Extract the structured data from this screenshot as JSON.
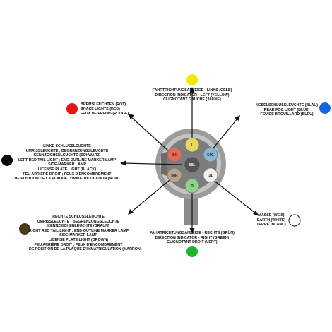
{
  "pins": [
    {
      "id": "L",
      "code": "L",
      "color": "#e8d85a",
      "dot_color": "#f5e800",
      "lines": [
        "FAHRTRICHTUNGSANZEIGE - LINKS (GELB)",
        "DIRECTION INDICATOR - LEFT (YELLOW)",
        "CLIGNOTANT GAUCHE (JAUNE)"
      ]
    },
    {
      "id": "54G",
      "code": "54G",
      "color": "#87b8d6",
      "dot_color": "#1565e0",
      "lines": [
        "NEBELSCHLUSSLEUCHTE (BLAU)",
        "REAR FOG LIGHT (BLUE)",
        "FEU DE BROUILLARD (BLEU)"
      ]
    },
    {
      "id": "31",
      "code": "31",
      "color": "#f2f2f2",
      "dot_color": "#ffffff",
      "lines": [
        "MASSE (WEIß)",
        "EARTH (WHITE)",
        "TERRE (BLANC)"
      ]
    },
    {
      "id": "R",
      "code": "R",
      "color": "#8fd38a",
      "dot_color": "#1fb331",
      "lines": [
        "FAHRTRICHTUNGSANZEIGE - RECHTS (GRÜN)",
        "DIRECTION INDICATOR - RIGHT (GREEN)",
        "CLIGNOTANT DROIT (VERT)"
      ]
    },
    {
      "id": "58R",
      "code": "58R",
      "color": "#b5a48c",
      "dot_color": "#4a3b1c",
      "lines": [
        "RECHTE SCHLUSSLEUCHTE",
        "UMRISSLEUCHTE ; BEGRENZUNGSLEUCHTE",
        "KENNZEICHENLEUCHTE (BRAUN)",
        "RIGHT RED TAIL LIGHT ; END-OUTLINE MARKER LAMP",
        "SIDE-MARKER LAMP",
        "LICENSE PLATE LIGHT (BROWN)",
        "FEU ARRIÈRE DROIT ; FEUX D'ENCOMBREMENT",
        "DE POSITION DE LA PLAQUE D'IMMATRICULATION (MARRON)"
      ]
    },
    {
      "id": "58L",
      "code": "58L",
      "color": "#555555",
      "dot_color": "#050505",
      "lines": [
        "LINKE SCHLUSSLEUCHTE",
        "UMRISSLEUCHTE ; BEGRENZUNGSLEUCHTE",
        "KENNZEICHENLEUCHTE (SCHWARZ)",
        "LEFT RED TAIL LIGHT ; END-OUTLINE MARKER LAMP",
        "SIDE-MARKER LAMP",
        "LICENSE PLATE LIGHT (BLACK)",
        "FEU ARRIÈRE DROIT ; FEUX D'ENCOMBREMENT",
        "DE POSITION DE LA PLAQUE D'IMMATRICULATION (NOIR)"
      ]
    },
    {
      "id": "54",
      "code": "54",
      "color": "#e46a5a",
      "dot_color": "#e51515",
      "lines": [
        "BREMSLEUCHTEN (ROT)",
        "BRAKE LIGHTS (RED)",
        "FEUX DE FREINS (ROUGE)"
      ]
    }
  ]
}
